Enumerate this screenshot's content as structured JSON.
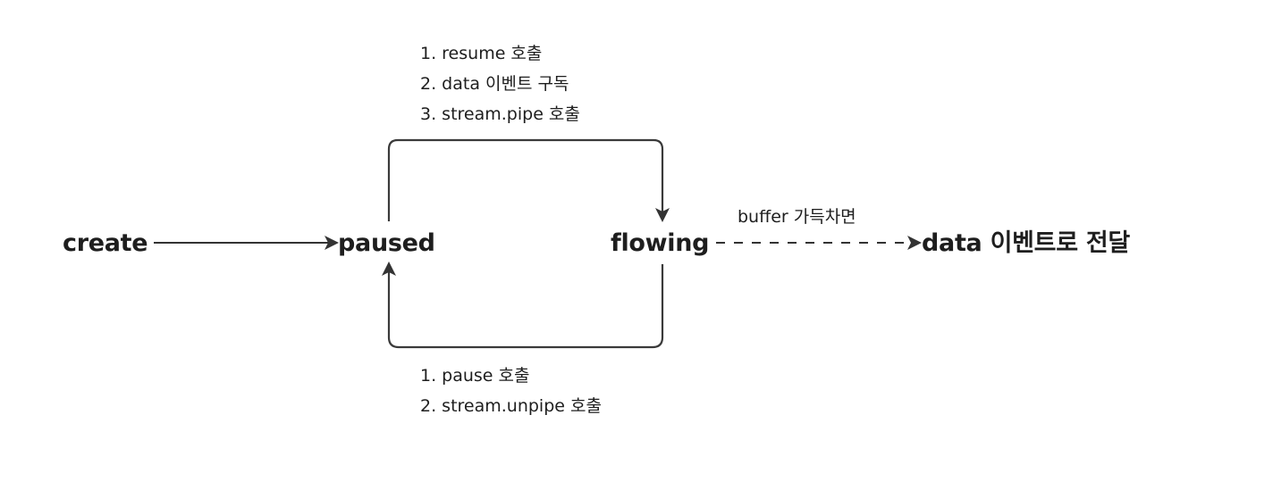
{
  "nodes": {
    "create": "create",
    "paused": "paused",
    "flowing": "flowing",
    "data_event": "data 이벤트로 전달"
  },
  "edges": {
    "to_flowing_conditions": [
      "1. resume 호출",
      "2. data 이벤트 구독",
      "3. stream.pipe 호출"
    ],
    "to_paused_conditions": [
      "1. pause 호출",
      "2. stream.unpipe 호출"
    ],
    "buffer_label": "buffer 가득차면"
  },
  "colors": {
    "line": "#3a3a3a",
    "text": "#1e1e1e",
    "background": "#ffffff"
  }
}
